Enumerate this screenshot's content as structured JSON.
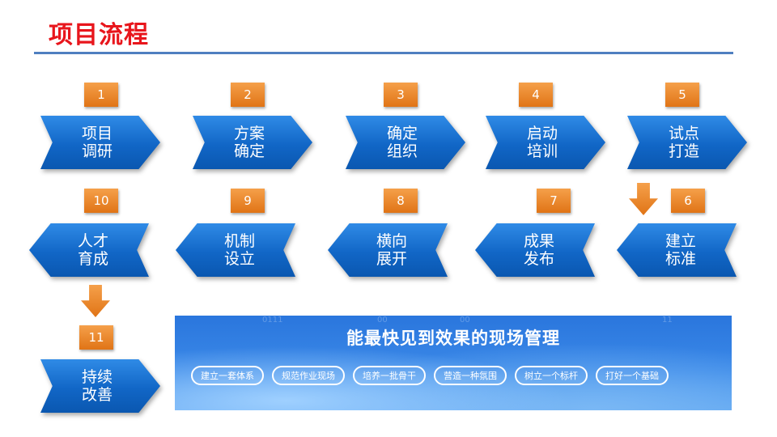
{
  "title": "项目流程",
  "steps": [
    {
      "num": "1",
      "line1": "项目",
      "line2": "调研"
    },
    {
      "num": "2",
      "line1": "方案",
      "line2": "确定"
    },
    {
      "num": "3",
      "line1": "确定",
      "line2": "组织"
    },
    {
      "num": "4",
      "line1": "启动",
      "line2": "培训"
    },
    {
      "num": "5",
      "line1": "试点",
      "line2": "打造"
    },
    {
      "num": "6",
      "line1": "建立",
      "line2": "标准"
    },
    {
      "num": "7",
      "line1": "成果",
      "line2": "发布"
    },
    {
      "num": "8",
      "line1": "横向",
      "line2": "展开"
    },
    {
      "num": "9",
      "line1": "机制",
      "line2": "设立"
    },
    {
      "num": "10",
      "line1": "人才",
      "line2": "育成"
    },
    {
      "num": "11",
      "line1": "持续",
      "line2": "改善"
    }
  ],
  "panel": {
    "title": "能最快见到效果的现场管理",
    "pills": [
      "建立一套体系",
      "规范作业现场",
      "培养一批骨干",
      "营造一种氛围",
      "树立一个标杆",
      "打好一个基础"
    ]
  },
  "colors": {
    "title": "#e8161c",
    "chevron": "#1166c6",
    "badge": "#f08a24",
    "rule": "#4f7fc0"
  }
}
